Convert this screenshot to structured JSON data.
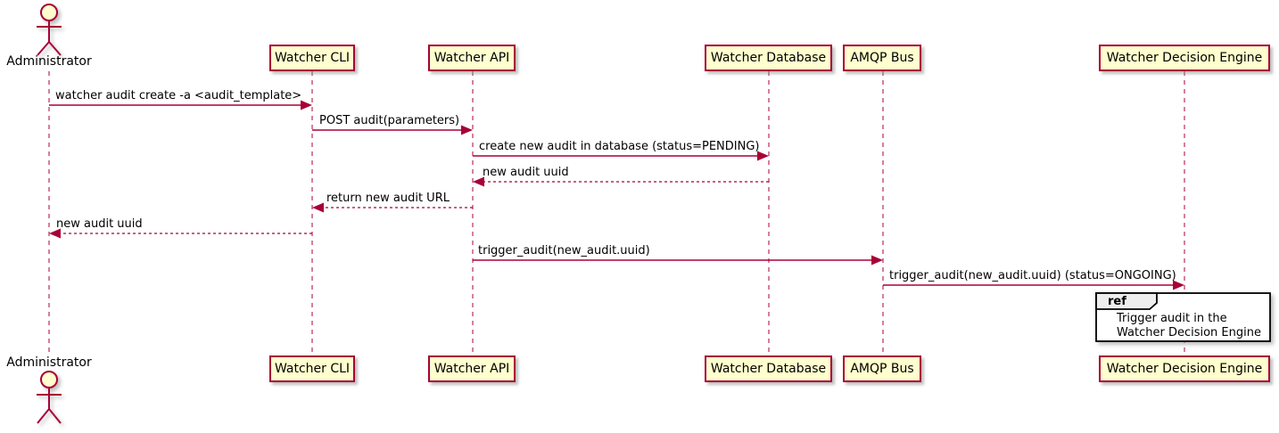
{
  "diagram_type": "uml-sequence-diagram",
  "colors": {
    "participant_fill": "#FEFECE",
    "line_color": "#A80036",
    "ref_header_fill": "#EEEEEE",
    "ref_border": "#000000",
    "text_color": "#000000",
    "background": "#FFFFFF"
  },
  "actor": {
    "label": "Administrator"
  },
  "participants": [
    {
      "label": "Watcher CLI"
    },
    {
      "label": "Watcher API"
    },
    {
      "label": "Watcher Database"
    },
    {
      "label": "AMQP Bus"
    },
    {
      "label": "Watcher Decision Engine"
    }
  ],
  "messages": [
    {
      "from": "Administrator",
      "to": "Watcher CLI",
      "kind": "call",
      "text": "watcher audit create -a <audit_template>"
    },
    {
      "from": "Watcher CLI",
      "to": "Watcher API",
      "kind": "call",
      "text": "POST audit(parameters)"
    },
    {
      "from": "Watcher API",
      "to": "Watcher Database",
      "kind": "call",
      "text": "create new audit in database (status=PENDING)"
    },
    {
      "from": "Watcher Database",
      "to": "Watcher API",
      "kind": "return",
      "text": "new audit uuid"
    },
    {
      "from": "Watcher API",
      "to": "Watcher CLI",
      "kind": "return",
      "text": "return new audit URL"
    },
    {
      "from": "Watcher CLI",
      "to": "Administrator",
      "kind": "return",
      "text": "new audit uuid"
    },
    {
      "from": "Watcher API",
      "to": "AMQP Bus",
      "kind": "call",
      "text": "trigger_audit(new_audit.uuid)"
    },
    {
      "from": "AMQP Bus",
      "to": "Watcher Decision Engine",
      "kind": "call",
      "text": "trigger_audit(new_audit.uuid) (status=ONGOING)"
    }
  ],
  "ref": {
    "keyword": "ref",
    "line1": "Trigger audit in the",
    "line2": "Watcher Decision Engine"
  }
}
